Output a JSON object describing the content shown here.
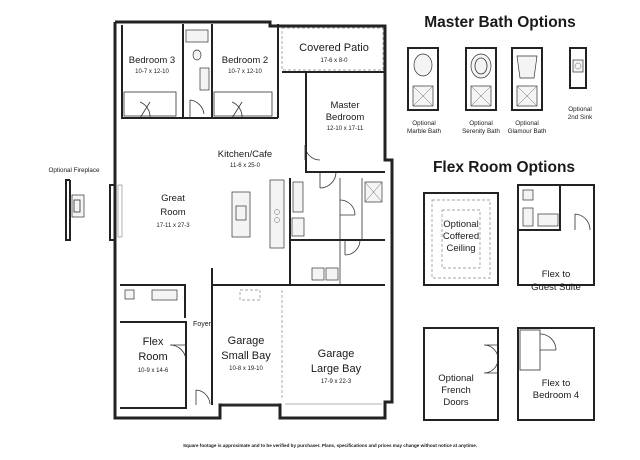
{
  "master_bath_options": {
    "heading": "Master Bath Options",
    "options": [
      {
        "line1": "Optional",
        "line2": "Marble Bath"
      },
      {
        "line1": "Optional",
        "line2": "Serenity Bath"
      },
      {
        "line1": "Optional",
        "line2": "Glamour Bath"
      },
      {
        "line1": "Optional",
        "line2": "2nd Sink"
      }
    ]
  },
  "flex_room_options": {
    "heading": "Flex Room Options",
    "coffered": {
      "line1": "Optional",
      "line2": "Coffered",
      "line3": "Ceiling"
    },
    "guest_suite": {
      "line1": "Flex to",
      "line2": "Guest Suite"
    },
    "french_doors": {
      "line1": "Optional",
      "line2": "French",
      "line3": "Doors"
    },
    "bedroom4": {
      "line1": "Flex to",
      "line2": "Bedroom 4"
    }
  },
  "fireplace_option": "Optional Fireplace",
  "rooms": {
    "bedroom3": {
      "name": "Bedroom 3",
      "dims": "10-7 x 12-10"
    },
    "bedroom2": {
      "name": "Bedroom 2",
      "dims": "10-7 x 12-10"
    },
    "covered_patio": {
      "name": "Covered Patio",
      "dims": "17-6 x 8-0"
    },
    "master_bedroom": {
      "line1": "Master",
      "line2": "Bedroom",
      "dims": "12-10 x 17-11"
    },
    "kitchen": {
      "name": "Kitchen/Cafe",
      "dims": "11-6 x 25-0"
    },
    "great_room": {
      "line1": "Great",
      "line2": "Room",
      "dims": "17-11 x 27-3"
    },
    "foyer": {
      "name": "Foyer"
    },
    "flex": {
      "line1": "Flex",
      "line2": "Room",
      "dims": "10-9 x 14-6"
    },
    "garage_small": {
      "line1": "Garage",
      "line2": "Small Bay",
      "dims": "10-8 x 19-10"
    },
    "garage_large": {
      "line1": "Garage",
      "line2": "Large Bay",
      "dims": "17-9 x 22-3"
    }
  },
  "footer_note": "Square footage is approximate and to be verified by purchaser. Plans, specifications and prices may change without notice at anytime."
}
